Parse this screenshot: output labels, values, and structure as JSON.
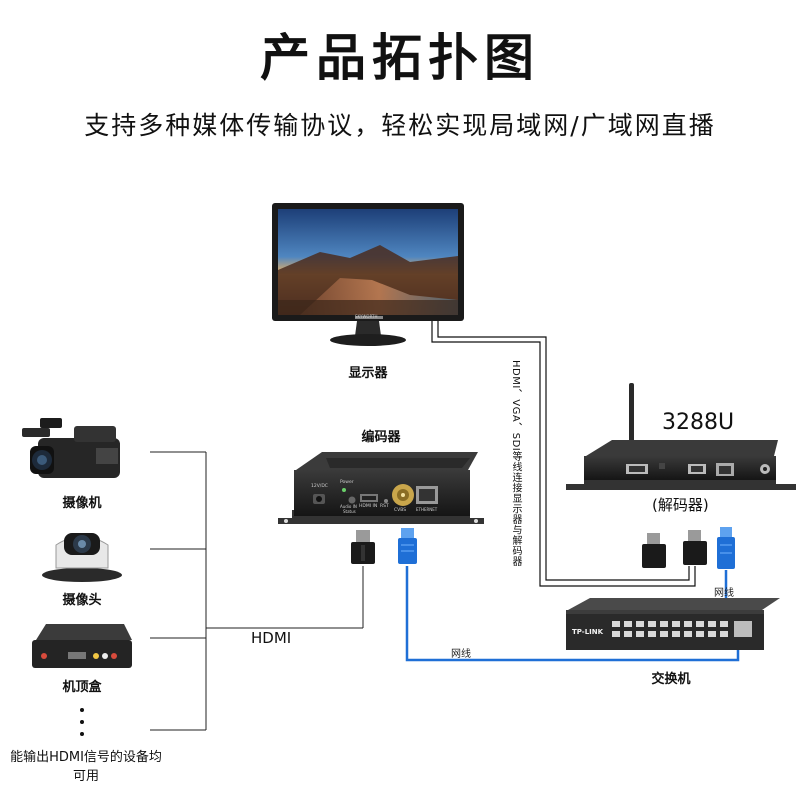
{
  "title": "产品拓扑图",
  "subtitle": "支持多种媒体传输协议，轻松实现局域网/广域网直播",
  "labels": {
    "monitor": "显示器",
    "encoder": "编码器",
    "decoder_model": "3288U",
    "decoder_sub": "(解码器)",
    "switch": "交换机",
    "camcorder": "摄像机",
    "ptz_camera": "摄像头",
    "settop_box": "机顶盒",
    "bottom_note": "能输出HDMI信号的设备均可用",
    "hdmi": "HDMI",
    "net_cable_1": "网线",
    "net_cable_2": "网线",
    "vertical": "HDMI、VGA、SDI等线连接显示器与解码器",
    "monitor_brand": "SKYWORTH",
    "switch_brand": "TP-LINK"
  },
  "encoder_ports": {
    "dc": "12V/DC",
    "power": "Power",
    "audio": "Audio IN",
    "status": "Status",
    "hdmi_in": "HDMI IN",
    "rst": "RST",
    "cvbs": "CVBS",
    "ethernet": "ETHERNET"
  },
  "colors": {
    "device_dark": "#2b2b2b",
    "device_face": "#1c1c1c",
    "blue_cable": "#1f6fd6",
    "line": "#111111"
  }
}
